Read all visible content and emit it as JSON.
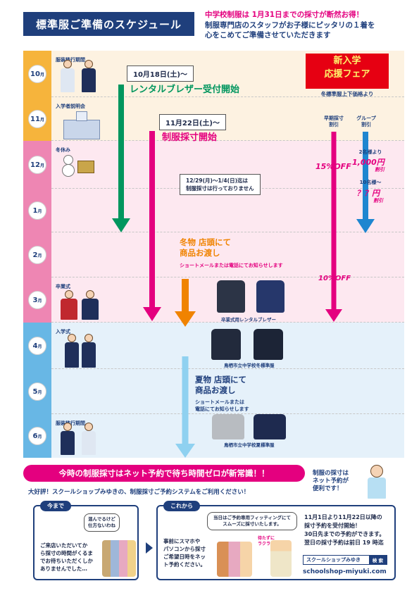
{
  "header": {
    "title": "標準服ご準備のスケジュール",
    "info_line1_red": "中学校制服は 1月31日までの採寸が断然お得！",
    "info_line2": "制服専門店のスタッフがお子様にピッタリの１着を",
    "info_line3": "心をこめてご準備させていただきます"
  },
  "months": [
    {
      "num": "10",
      "unit": "月",
      "bg": "#fdf2e1",
      "tab": "#f6b43c",
      "event": "服装移行期間"
    },
    {
      "num": "11",
      "unit": "月",
      "bg": "#fdf2e1",
      "tab": "#f6b43c",
      "event": "入学者説明会"
    },
    {
      "num": "12",
      "unit": "月",
      "bg": "#fde8f0",
      "tab": "#ee86b3",
      "event": "冬休み"
    },
    {
      "num": "1",
      "unit": "月",
      "bg": "#fde8f0",
      "tab": "#ee86b3",
      "event": ""
    },
    {
      "num": "2",
      "unit": "月",
      "bg": "#fde8f0",
      "tab": "#ee86b3",
      "event": ""
    },
    {
      "num": "3",
      "unit": "月",
      "bg": "#fde8f0",
      "tab": "#ee86b3",
      "event": "卒業式"
    },
    {
      "num": "4",
      "unit": "月",
      "bg": "#e5f1fa",
      "tab": "#68b7e5",
      "event": "入学式"
    },
    {
      "num": "5",
      "unit": "月",
      "bg": "#e5f1fa",
      "tab": "#68b7e5",
      "event": ""
    },
    {
      "num": "6",
      "unit": "月",
      "bg": "#e5f1fa",
      "tab": "#68b7e5",
      "event": "服装移行期間"
    }
  ],
  "rental": {
    "date": "10月18日(土)〜",
    "label": "レンタルブレザー受付開始"
  },
  "measure": {
    "date": "11月22日(土)〜",
    "label": "制服採寸開始"
  },
  "holiday_note": {
    "line1": "12/29(月)〜1/4(日)迄は",
    "line2": "制服採寸は行っておりません"
  },
  "fair": {
    "title1": "新入学",
    "title2": "応援フェア",
    "sub": "冬標準服上下価格より"
  },
  "early_discount": {
    "label1": "早期採寸",
    "label2": "割引",
    "discount1": "15%OFF",
    "discount2": "10%OFF"
  },
  "group_discount": {
    "label1": "グループ",
    "label2": "割引",
    "note1": "2名様より",
    "price1": "1,000円",
    "suffix1": "割引",
    "note2": "10名様〜",
    "price2": "？？円",
    "suffix2": "割引"
  },
  "winter": {
    "line1": "冬物 店頭にて",
    "line2": "商品お渡し",
    "sub": "ショートメールまたは電話にてお知らせします"
  },
  "summer": {
    "line1": "夏物 店頭にて",
    "line2": "商品お渡し",
    "sub1": "ショートメールまたは",
    "sub2": "電話にてお知らせします"
  },
  "captions": {
    "rental": "卒業式用レンタルブレザー",
    "winter": "鳥栖市立中学校冬標準服",
    "summer": "鳥栖市立中学校夏標準服"
  },
  "banner": {
    "title": "今時の制服採寸はネット予約で待ち時間ゼロが新常識！！",
    "sub": "大好評！スクールショップみゆきの、制服採寸ご予約システムをご利用ください！",
    "side1": "制服の採寸は",
    "side2": "ネット予約が",
    "side3": "便利です！"
  },
  "before": {
    "tag": "今まで",
    "speech1": "混んでるけど",
    "speech2": "仕方ないわね",
    "text1": "ご来店いただいてか",
    "text2": "ら採寸の時間がくるま",
    "text3": "でお待ちいただくしか",
    "text4": "ありませんでした…"
  },
  "after": {
    "tag": "これから",
    "speech1": "当日はご予約専用フィッティングにて",
    "speech2": "スムーズに採寸いたします。",
    "small1": "待たずに",
    "small2": "ラクラク♪",
    "text1": "事前にスマホや",
    "text2": "パソコンから採寸",
    "text3": "ご希望日時をネッ",
    "text4": "ト予約ください。"
  },
  "reservation": {
    "line1": "11月1日より11月22日以降の",
    "line2": "採寸予約を受付開始！",
    "line3": "30日先までの予約ができます。",
    "line4": "翌日の採寸予約は前日 19 時迄",
    "search_query": "スクールショップみゆき",
    "search_btn": "検 索",
    "url": "schoolshop-miyuki.com"
  },
  "colors": {
    "navy": "#1f3f7c",
    "pink": "#e4007f",
    "green": "#00965e",
    "orange": "#f08300",
    "lightblue": "#8fd1f0",
    "blue": "#1e86d0",
    "red": "#e60012"
  }
}
